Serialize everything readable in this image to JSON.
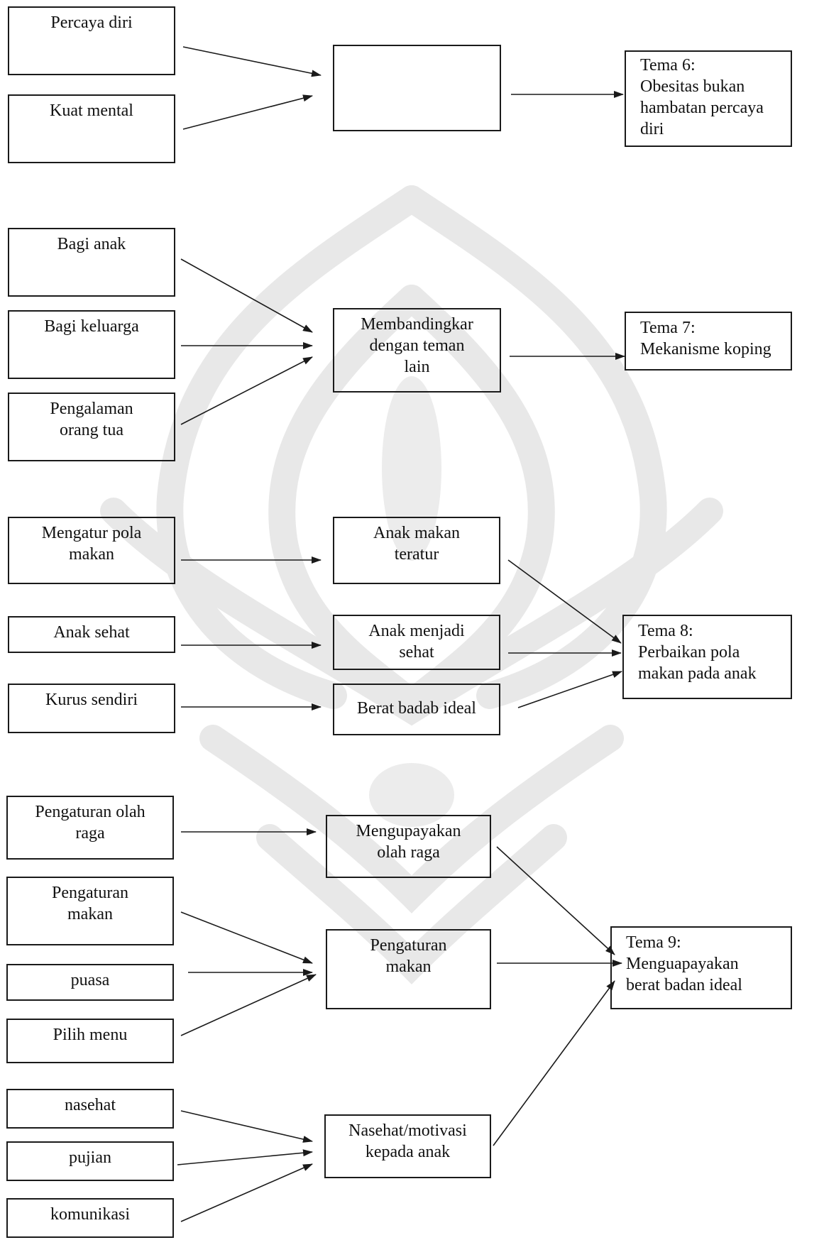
{
  "colors": {
    "ink": "#1a1a1a",
    "watermark": "#e6e6e6",
    "background": "#ffffff"
  },
  "group6": {
    "sources": [
      "Percaya diri",
      "Kuat mental"
    ],
    "middle": "",
    "theme": "Tema 6:\nObesitas bukan\nhambatan percaya\ndiri"
  },
  "group7": {
    "sources": [
      "Bagi anak",
      "Bagi keluarga",
      "Pengalaman\norang tua"
    ],
    "middle": "Membandingkar\ndengan teman\nlain",
    "theme": "Tema 7:\nMekanisme koping"
  },
  "group8": {
    "sources": [
      "Mengatur pola\nmakan",
      "Anak sehat",
      "Kurus sendiri"
    ],
    "middles": [
      "Anak makan\nteratur",
      "Anak menjadi\nsehat",
      "Berat badab ideal"
    ],
    "theme": "Tema 8:\nPerbaikan pola\nmakan pada anak"
  },
  "group9": {
    "sources": [
      "Pengaturan olah\nraga",
      "Pengaturan\nmakan",
      "puasa",
      "Pilih menu",
      "nasehat",
      "pujian",
      "komunikasi"
    ],
    "middles": [
      "Mengupayakan\nolah raga",
      "Pengaturan\nmakan",
      "Nasehat/motivasi\nkepada anak"
    ],
    "theme": "Tema 9:\nMenguapayakan\nberat badan ideal"
  }
}
